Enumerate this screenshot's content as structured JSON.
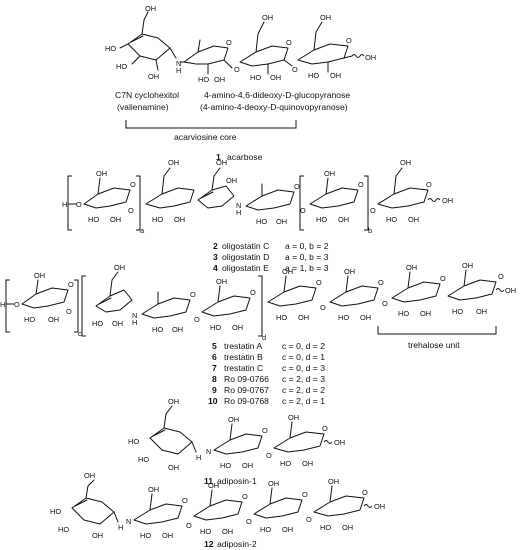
{
  "section1": {
    "annotations": {
      "valienamine_line1": "C7N cyclohexitol",
      "valienamine_line2": "(valienamine)",
      "sugar_line1": "4-amino-4,6-dideoxy-D-glucopyranose",
      "sugar_line2": "(4-amino-4-deoxy-D-quinovopyranose)",
      "core_label": "acarviosine core"
    },
    "compound": {
      "number": "1",
      "name": "acarbose"
    }
  },
  "section2": {
    "repeat_labels": {
      "a": "a",
      "b": "b"
    },
    "compounds": [
      {
        "number": "2",
        "name": "oligostatin C",
        "params": "a = 0, b = 2"
      },
      {
        "number": "3",
        "name": "oligostatin D",
        "params": "a = 0, b = 3"
      },
      {
        "number": "4",
        "name": "oligostatin E",
        "params": "a = 1, b = 3"
      }
    ]
  },
  "section3": {
    "repeat_labels": {
      "c": "c",
      "d": "d"
    },
    "trehalose_label": "trehalose unit",
    "compounds": [
      {
        "number": "5",
        "name": "trestatin A",
        "params": "c = 0, d = 2"
      },
      {
        "number": "6",
        "name": "trestatin B",
        "params": "c = 0, d = 1"
      },
      {
        "number": "7",
        "name": "trestatin C",
        "params": "c = 0, d = 3"
      },
      {
        "number": "8",
        "name": "Ro 09-0766",
        "params": "c = 2, d = 3"
      },
      {
        "number": "9",
        "name": "Ro 09-0767",
        "params": "c = 2, d = 2"
      },
      {
        "number": "10",
        "name": "Ro 09-0768",
        "params": "c = 2, d = 1"
      }
    ]
  },
  "section4": {
    "compound": {
      "number": "11",
      "name": "adiposin-1"
    }
  },
  "section5": {
    "compound": {
      "number": "12",
      "name": "adiposin-2"
    }
  },
  "atoms": {
    "OH": "OH",
    "HO": "HO",
    "O": "O",
    "N": "N",
    "H": "H"
  }
}
